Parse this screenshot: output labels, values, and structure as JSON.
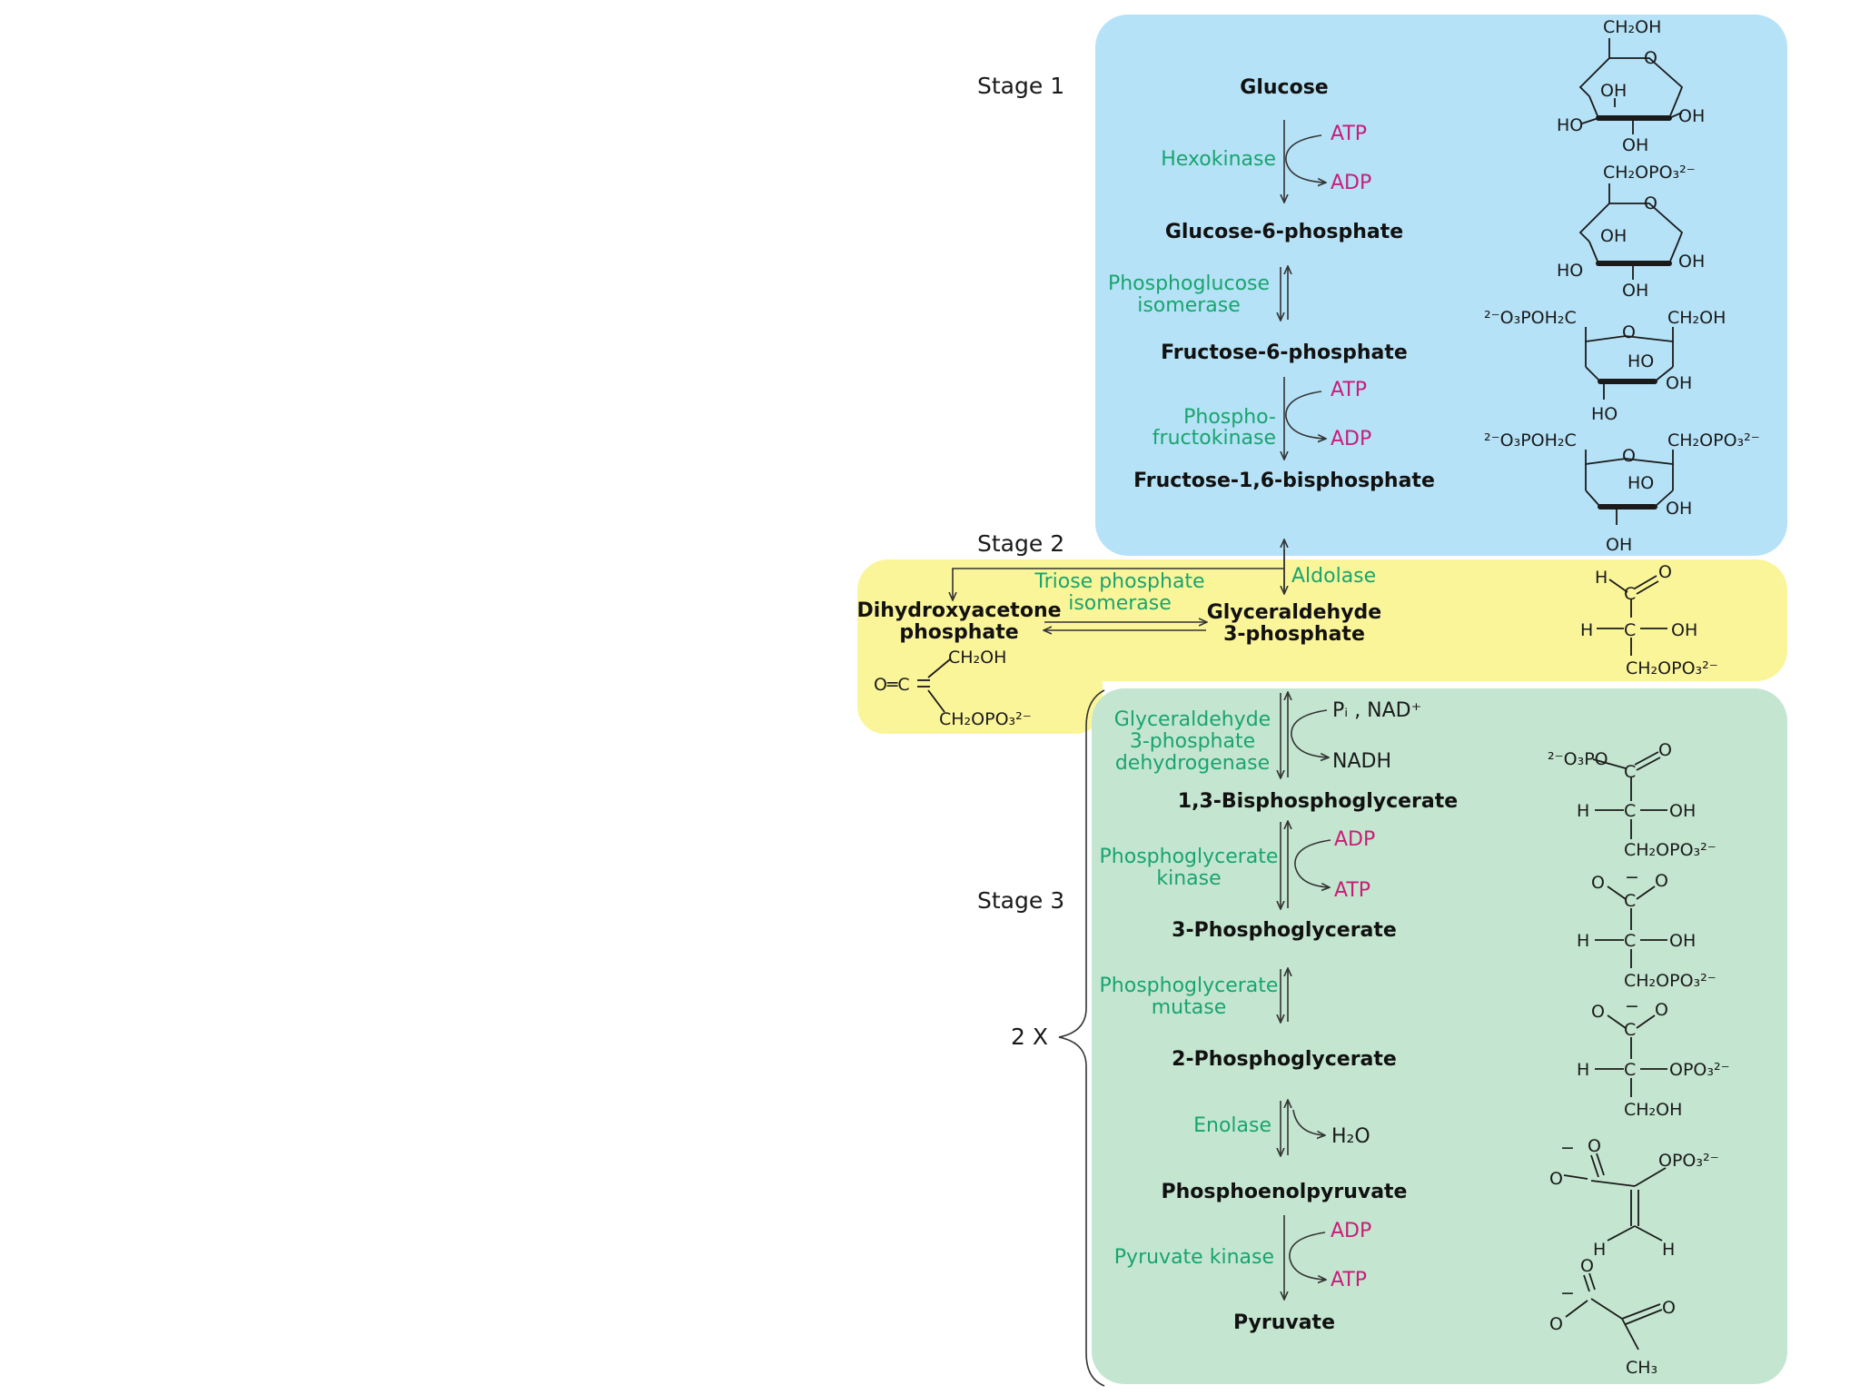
{
  "colors": {
    "stage1_bg": "#b5e2f7",
    "stage2_bg": "#fbf59a",
    "stage3_bg": "#c4e6d0",
    "enzyme_text": "#19a46e",
    "energy_cofactor": "#c81e78"
  },
  "stages": {
    "stage1": "Stage 1",
    "stage2": "Stage 2",
    "stage3": "Stage 3",
    "multiplier": "2 X"
  },
  "metabolites": {
    "glucose": "Glucose",
    "g6p": "Glucose-6-phosphate",
    "f6p": "Fructose-6-phosphate",
    "f16bp": "Fructose-1,6-bisphosphate",
    "dhap_1": "Dihydroxyacetone",
    "dhap_2": "phosphate",
    "gap_1": "Glyceraldehyde",
    "gap_2": "3-phosphate",
    "bpg13": "1,3-Bisphosphoglycerate",
    "pg3": "3-Phosphoglycerate",
    "pg2": "2-Phosphoglycerate",
    "pep": "Phosphoenolpyruvate",
    "pyruvate": "Pyruvate"
  },
  "enzymes": {
    "hexokinase": "Hexokinase",
    "pgi_1": "Phosphoglucose",
    "pgi_2": "isomerase",
    "pfk_1": "Phospho-",
    "pfk_2": "fructokinase",
    "aldolase": "Aldolase",
    "tpi_1": "Triose phosphate",
    "tpi_2": "isomerase",
    "gapdh_1": "Glyceraldehyde",
    "gapdh_2": "3-phosphate",
    "gapdh_3": "dehydrogenase",
    "pgk_1": "Phosphoglycerate",
    "pgk_2": "kinase",
    "pgm_1": "Phosphoglycerate",
    "pgm_2": "mutase",
    "enolase": "Enolase",
    "pk": "Pyruvate kinase"
  },
  "cofactors": {
    "hk_in": "ATP",
    "hk_out": "ADP",
    "pfk_in": "ATP",
    "pfk_out": "ADP",
    "gapdh_in": "Pᵢ , NAD⁺",
    "gapdh_out": "NADH",
    "pgk_in": "ADP",
    "pgk_out": "ATP",
    "enolase_out": "H₂O",
    "pk_in": "ADP",
    "pk_out": "ATP"
  },
  "structure_labels": {
    "ch2oh": "CH₂OH",
    "oh": "OH",
    "ho": "HO",
    "o": "O",
    "h": "H",
    "c": "C",
    "minus": "−",
    "ch3": "CH₃",
    "ch2opo3": "CH₂OPO₃²⁻",
    "o3poh2c": "²⁻O₃POH₂C",
    "o3po": "²⁻O₃PO",
    "opo3": "OPO₃²⁻",
    "c_oh": "C—OH",
    "c_opo3": "C—OPO₃²⁻",
    "o_eq_c": "O═C"
  }
}
